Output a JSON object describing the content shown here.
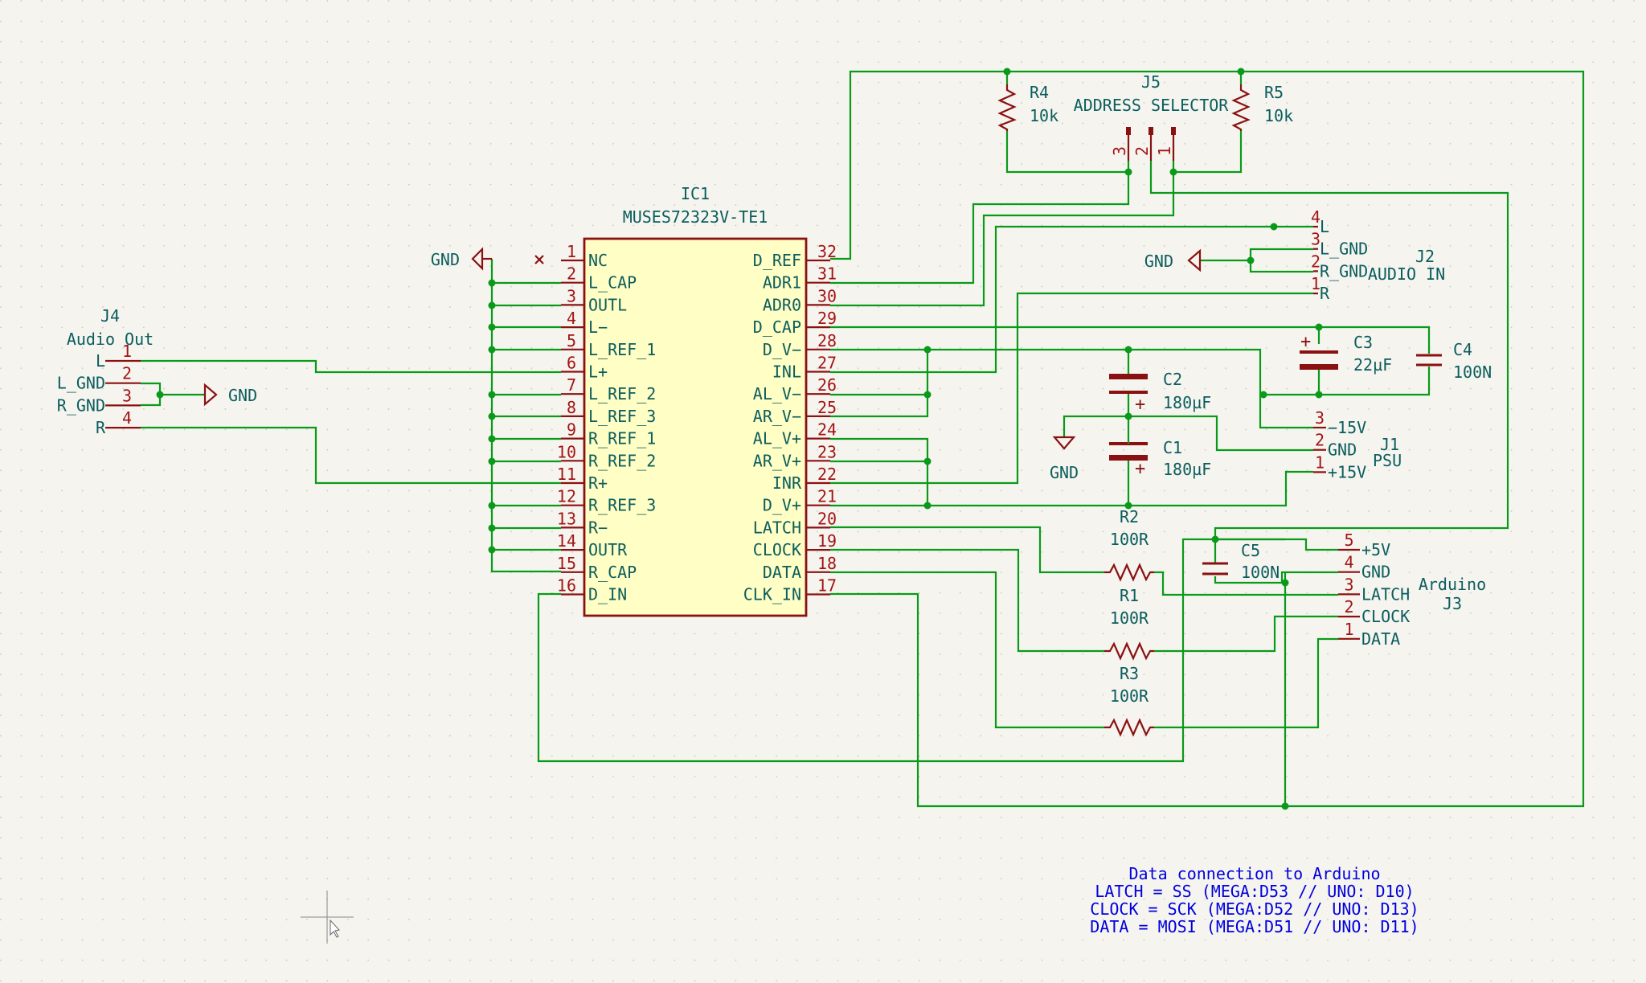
{
  "ic1": {
    "ref": "IC1",
    "value": "MUSES72323V-TE1",
    "left_pins": [
      {
        "num": "1",
        "name": "NC"
      },
      {
        "num": "2",
        "name": "L_CAP"
      },
      {
        "num": "3",
        "name": "OUTL"
      },
      {
        "num": "4",
        "name": "L−"
      },
      {
        "num": "5",
        "name": "L_REF_1"
      },
      {
        "num": "6",
        "name": "L+"
      },
      {
        "num": "7",
        "name": "L_REF_2"
      },
      {
        "num": "8",
        "name": "L_REF_3"
      },
      {
        "num": "9",
        "name": "R_REF_1"
      },
      {
        "num": "10",
        "name": "R_REF_2"
      },
      {
        "num": "11",
        "name": "R+"
      },
      {
        "num": "12",
        "name": "R_REF_3"
      },
      {
        "num": "13",
        "name": "R−"
      },
      {
        "num": "14",
        "name": "OUTR"
      },
      {
        "num": "15",
        "name": "R_CAP"
      },
      {
        "num": "16",
        "name": "D_IN"
      }
    ],
    "right_pins": [
      {
        "num": "32",
        "name": "D_REF"
      },
      {
        "num": "31",
        "name": "ADR1"
      },
      {
        "num": "30",
        "name": "ADR0"
      },
      {
        "num": "29",
        "name": "D_CAP"
      },
      {
        "num": "28",
        "name": "D_V−"
      },
      {
        "num": "27",
        "name": "INL"
      },
      {
        "num": "26",
        "name": "AL_V−"
      },
      {
        "num": "25",
        "name": "AR_V−"
      },
      {
        "num": "24",
        "name": "AL_V+"
      },
      {
        "num": "23",
        "name": "AR_V+"
      },
      {
        "num": "22",
        "name": "INR"
      },
      {
        "num": "21",
        "name": "D_V+"
      },
      {
        "num": "20",
        "name": "LATCH"
      },
      {
        "num": "19",
        "name": "CLOCK"
      },
      {
        "num": "18",
        "name": "DATA"
      },
      {
        "num": "17",
        "name": "CLK_IN"
      }
    ]
  },
  "j4": {
    "ref": "J4",
    "value": "Audio Out",
    "pins": [
      {
        "num": "1",
        "name": "L"
      },
      {
        "num": "2",
        "name": "L_GND"
      },
      {
        "num": "3",
        "name": "R_GND"
      },
      {
        "num": "4",
        "name": "R"
      }
    ]
  },
  "j2": {
    "ref": "J2",
    "value": "AUDIO IN",
    "pins": [
      {
        "num": "4",
        "name": "L"
      },
      {
        "num": "3",
        "name": "L_GND"
      },
      {
        "num": "2",
        "name": "R_GND"
      },
      {
        "num": "1",
        "name": "R"
      }
    ]
  },
  "j1": {
    "ref": "J1",
    "value": "PSU",
    "pins": [
      {
        "num": "3",
        "name": "−15V"
      },
      {
        "num": "2",
        "name": "GND"
      },
      {
        "num": "1",
        "name": "+15V"
      }
    ]
  },
  "j3": {
    "ref": "J3",
    "value": "Arduino",
    "pins": [
      {
        "num": "5",
        "name": "+5V"
      },
      {
        "num": "4",
        "name": "GND"
      },
      {
        "num": "3",
        "name": "LATCH"
      },
      {
        "num": "2",
        "name": "CLOCK"
      },
      {
        "num": "1",
        "name": "DATA"
      }
    ]
  },
  "j5": {
    "ref": "J5",
    "value": "ADDRESS SELECTOR",
    "pins": [
      {
        "num": "3"
      },
      {
        "num": "2"
      },
      {
        "num": "1"
      }
    ]
  },
  "r4": {
    "ref": "R4",
    "value": "10k"
  },
  "r5": {
    "ref": "R5",
    "value": "10k"
  },
  "r1": {
    "ref": "R1",
    "value": "100R"
  },
  "r2": {
    "ref": "R2",
    "value": "100R"
  },
  "r3": {
    "ref": "R3",
    "value": "100R"
  },
  "c1": {
    "ref": "C1",
    "value": "180µF"
  },
  "c2": {
    "ref": "C2",
    "value": "180µF"
  },
  "c3": {
    "ref": "C3",
    "value": "22µF"
  },
  "c4": {
    "ref": "C4",
    "value": "100N"
  },
  "c5": {
    "ref": "C5",
    "value": "100N"
  },
  "gnd_label": "GND",
  "plus": "+",
  "note": {
    "title": "Data connection to Arduino",
    "lines": [
      "LATCH = SS (MEGA:D53 // UNO: D10)",
      "CLOCK = SCK (MEGA:D52 // UNO: D13)",
      "DATA = MOSI (MEGA:D51 // UNO: D11)"
    ]
  },
  "colors": {
    "wire": "#0a9a1a",
    "symbol": "#8a1111",
    "body": "#fffec4",
    "text": "#0b5d5d",
    "note": "#0000dd",
    "bg": "#f5f4ef"
  }
}
